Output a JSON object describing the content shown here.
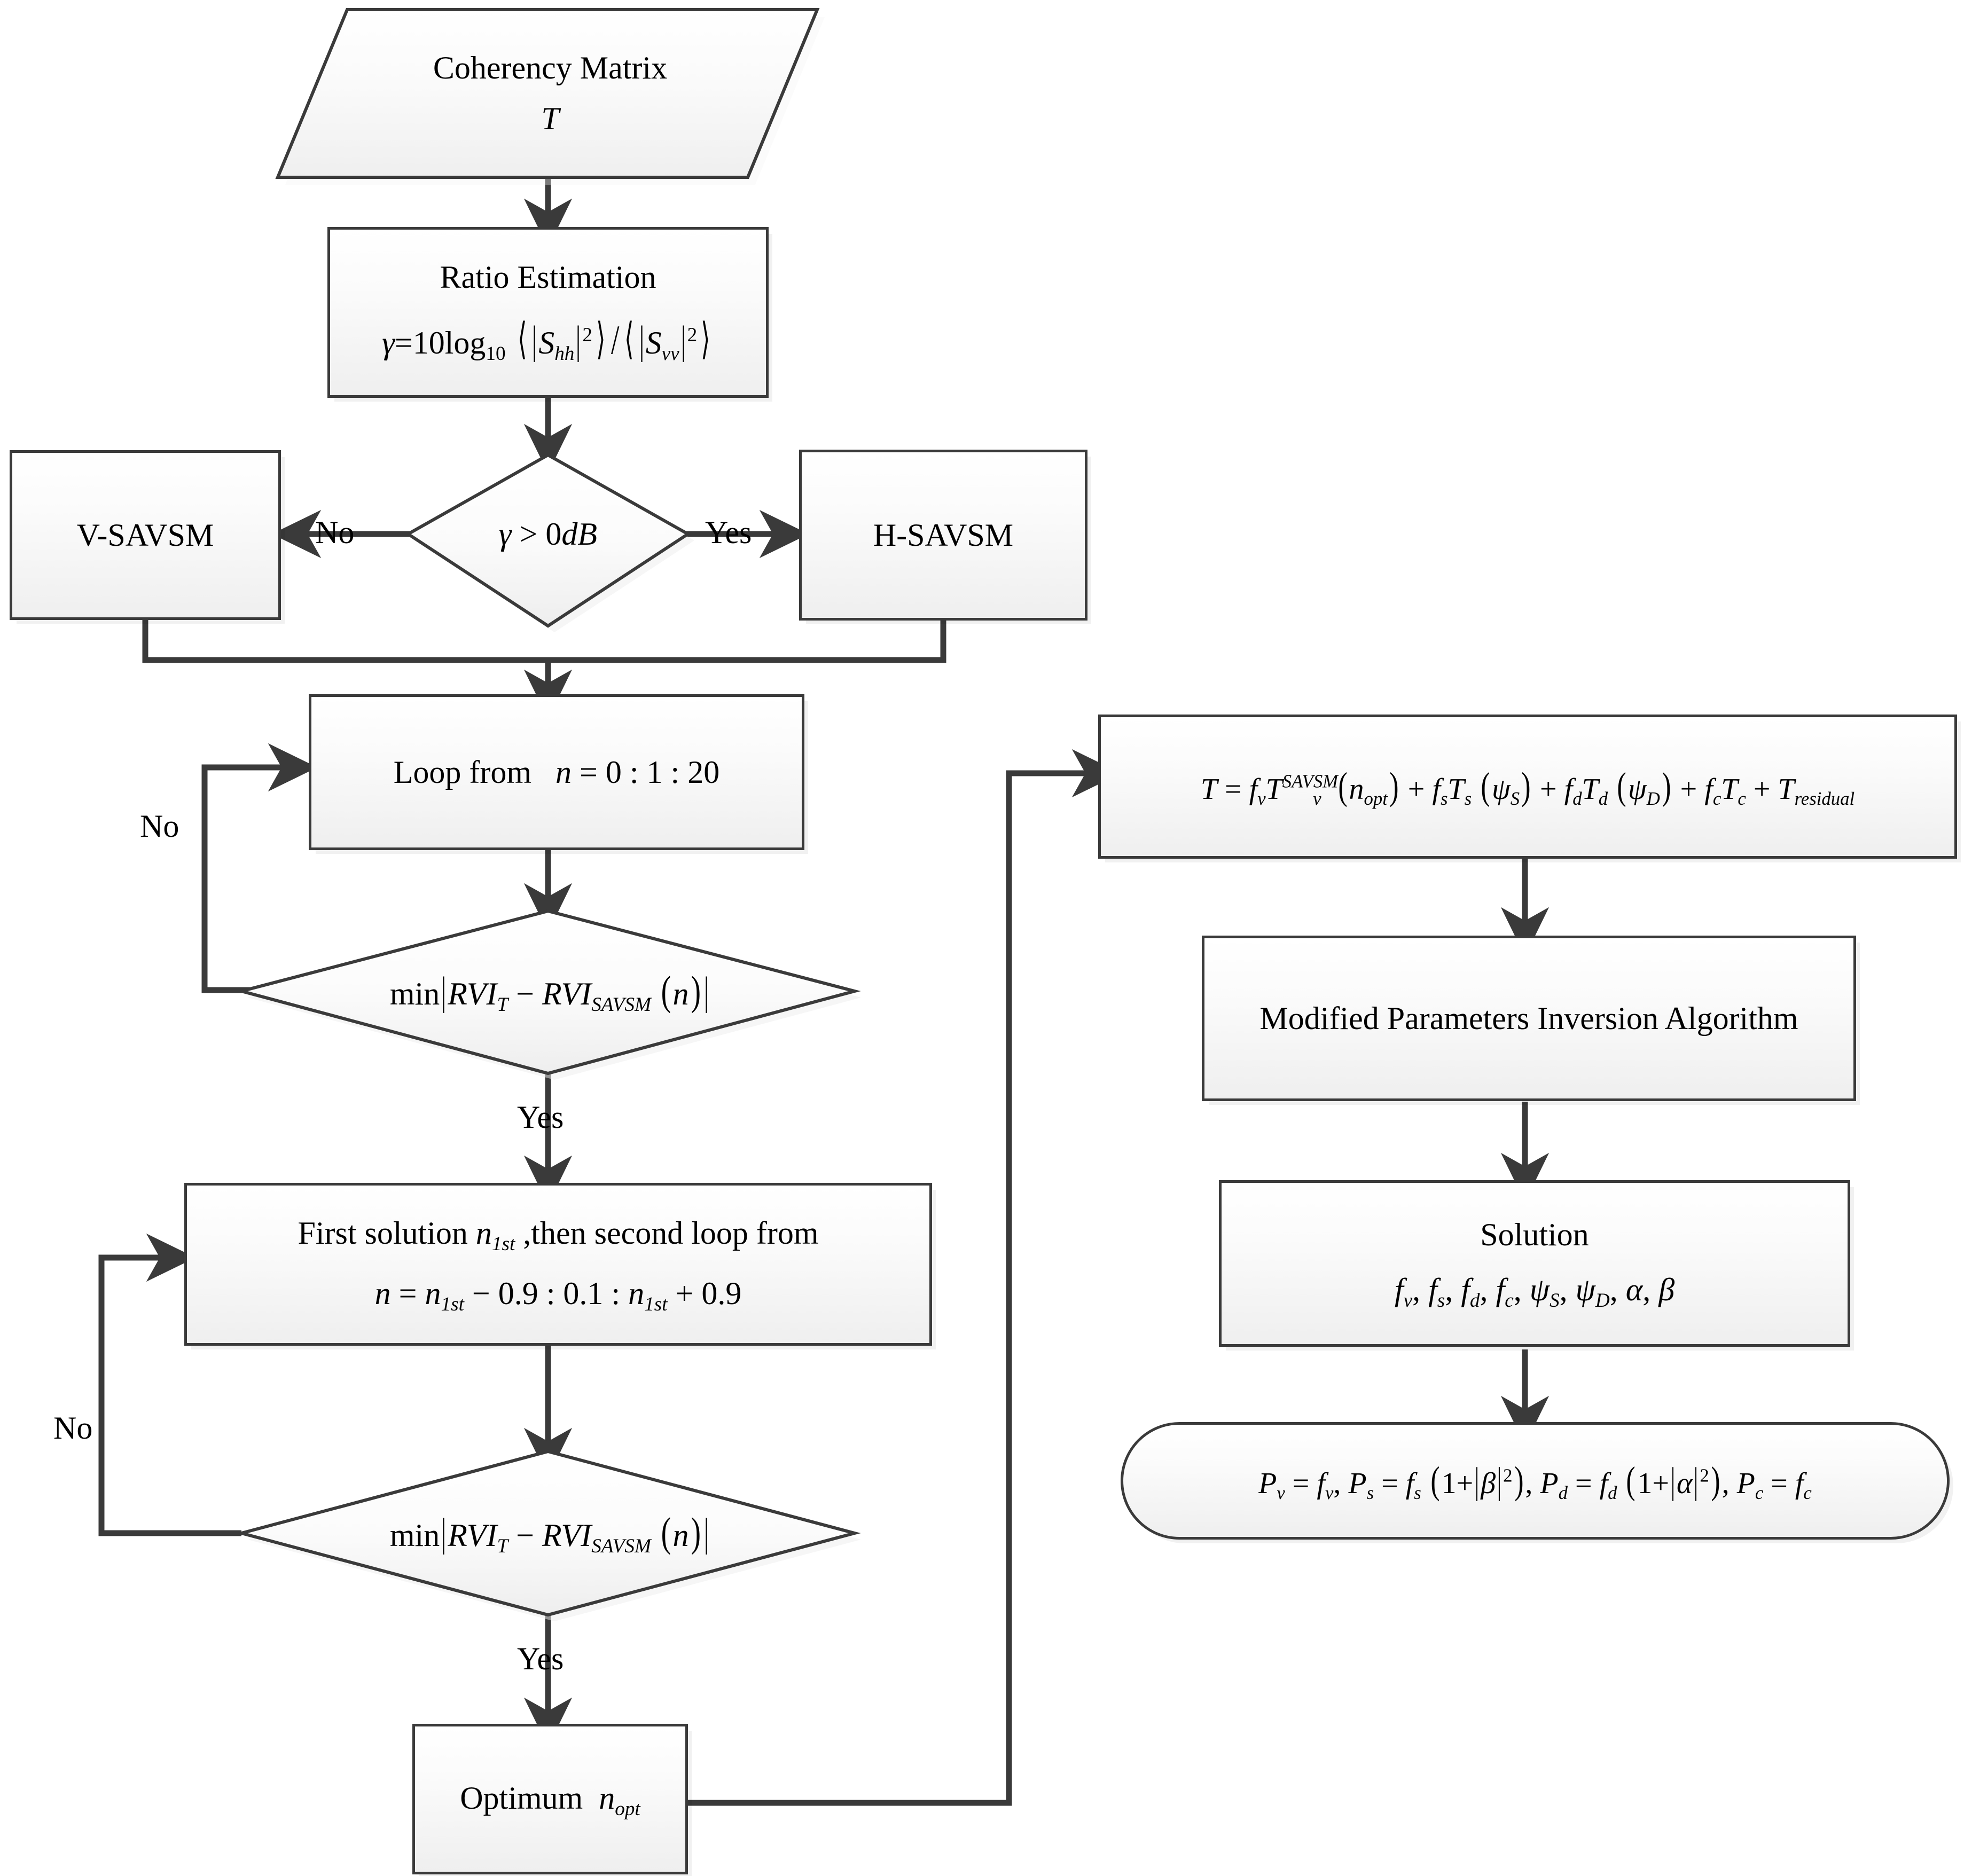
{
  "diagram": {
    "title": "SAVSM-based polarimetric decomposition flowchart",
    "type": "flowchart",
    "colors": {
      "stroke": "#3a3a3a",
      "fill_top": "#ffffff",
      "fill_bottom": "#efefef",
      "text": "#000000",
      "shadow": "rgba(0,0,0,0.055)"
    }
  },
  "nodes": {
    "coherency_matrix": {
      "shape": "parallelogram",
      "line1": "Coherency Matrix",
      "line2": "T"
    },
    "ratio_estimation": {
      "shape": "process",
      "title": "Ratio Estimation",
      "formula_plain": "γ=10log₁₀ ⟨|S_hh|²⟩/⟨|S_vv|²⟩",
      "formula_parts": {
        "gamma": "γ",
        "equals": "=10log",
        "base": "10",
        "numerator": "|S_hh|²",
        "denominator": "|S_vv|²"
      }
    },
    "gamma_decision": {
      "shape": "decision",
      "text": "γ > 0dB",
      "yes_label": "Yes",
      "no_label": "No"
    },
    "v_savsm": {
      "shape": "process",
      "text": "V-SAVSM"
    },
    "h_savsm": {
      "shape": "process",
      "text": "H-SAVSM"
    },
    "loop_first": {
      "shape": "process",
      "text_prefix": "Loop from",
      "text_formula": "n = 0 : 1 : 20"
    },
    "min_rvi_1": {
      "shape": "decision",
      "text": "min|RVI_T − RVI_SAVSM (n)|",
      "yes_label": "Yes",
      "no_label": "No"
    },
    "second_loop": {
      "shape": "process",
      "line1_a": "First solution",
      "line1_b": "n",
      "line1_sub": "1st",
      "line1_c": ",then second loop from",
      "line2": "n = n_1st − 0.9 : 0.1 : n_1st + 0.9"
    },
    "min_rvi_2": {
      "shape": "decision",
      "text": "min|RVI_T − RVI_SAVSM (n)|",
      "yes_label": "Yes",
      "no_label": "No"
    },
    "optimum": {
      "shape": "process",
      "text_prefix": "Optimum",
      "symbol": "n",
      "symbol_sub": "opt"
    },
    "t_model": {
      "shape": "process",
      "formula_plain": "T = f_v T_v^SAVSM (n_opt) + f_s T_s (ψ_S) + f_d T_d (ψ_D) + f_c T_c + T_residual"
    },
    "inversion": {
      "shape": "process",
      "text": "Modified Parameters Inversion Algorithm"
    },
    "solution": {
      "shape": "process",
      "title": "Solution",
      "params_plain": "f_v, f_s, f_d, f_c, ψ_S, ψ_D, α, β"
    },
    "powers": {
      "shape": "terminator",
      "formula_plain": "P_v = f_v, P_s = f_s(1+|β|²), P_d = f_d(1+|α|²), P_c = f_c"
    }
  },
  "edge_labels": {
    "no_left": "No",
    "yes_right": "Yes",
    "no_loop1": "No",
    "yes_loop1": "Yes",
    "no_loop2": "No",
    "yes_loop2": "Yes"
  }
}
